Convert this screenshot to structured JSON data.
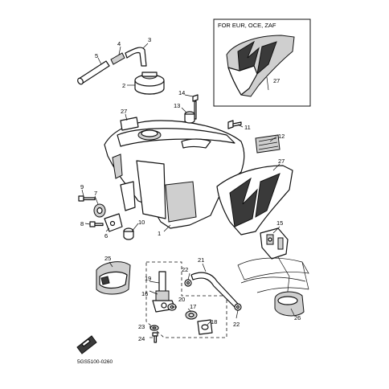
{
  "diagram": {
    "inset_title": "FOR EUR, OCE, ZAF",
    "drawing_code": "5GS5100-0260",
    "callouts": [
      {
        "id": "c1",
        "label": "1"
      },
      {
        "id": "c2",
        "label": "2"
      },
      {
        "id": "c3",
        "label": "3"
      },
      {
        "id": "c4",
        "label": "4"
      },
      {
        "id": "c5",
        "label": "5"
      },
      {
        "id": "c6",
        "label": "6"
      },
      {
        "id": "c7",
        "label": "7"
      },
      {
        "id": "c8",
        "label": "8"
      },
      {
        "id": "c9",
        "label": "9"
      },
      {
        "id": "c10",
        "label": "10"
      },
      {
        "id": "c11",
        "label": "11"
      },
      {
        "id": "c12",
        "label": "12"
      },
      {
        "id": "c13",
        "label": "13"
      },
      {
        "id": "c14",
        "label": "14"
      },
      {
        "id": "c15",
        "label": "15"
      },
      {
        "id": "c16",
        "label": "16"
      },
      {
        "id": "c17",
        "label": "17"
      },
      {
        "id": "c18",
        "label": "18"
      },
      {
        "id": "c19",
        "label": "19"
      },
      {
        "id": "c20",
        "label": "20"
      },
      {
        "id": "c21",
        "label": "21"
      },
      {
        "id": "c22a",
        "label": "22"
      },
      {
        "id": "c22b",
        "label": "22"
      },
      {
        "id": "c23",
        "label": "23"
      },
      {
        "id": "c24",
        "label": "24"
      },
      {
        "id": "c25",
        "label": "25"
      },
      {
        "id": "c26",
        "label": "26"
      },
      {
        "id": "c27a",
        "label": "27"
      },
      {
        "id": "c27b",
        "label": "27"
      },
      {
        "id": "c27c",
        "label": "27"
      }
    ]
  }
}
